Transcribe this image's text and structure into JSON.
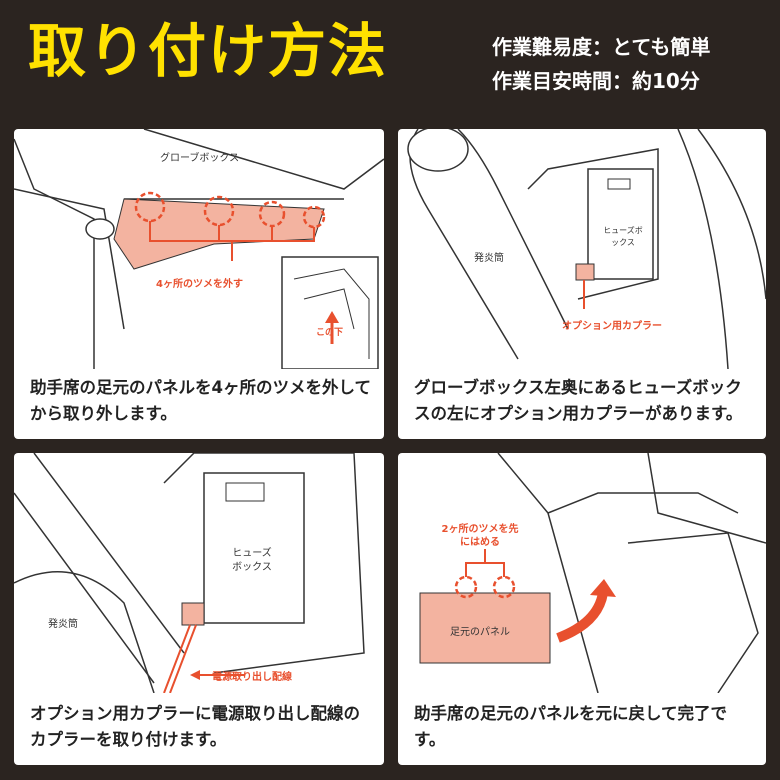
{
  "header": {
    "title": "取り付け方法",
    "difficulty": "作業難易度：とても簡単",
    "time": "作業目安時間：約10分"
  },
  "colors": {
    "accent": "#ffe100",
    "highlight": "#e8502e",
    "background": "#2b2420"
  },
  "steps": [
    {
      "labels": {
        "glovebox": "グローブボックス",
        "claws": "4ヶ所のツメを外す",
        "under": "この下"
      },
      "caption": "助手席の足元のパネルを4ヶ所のツメを外してから取り外します。"
    },
    {
      "labels": {
        "extinguisher": "発炎筒",
        "fusebox": "ヒューズボックス",
        "coupler": "オプション用カプラー"
      },
      "caption": "グローブボックス左奥にあるヒューズボックスの左にオプション用カプラーがあります。"
    },
    {
      "labels": {
        "fusebox": "ヒューズボックス",
        "extinguisher": "発炎筒",
        "wire": "電源取り出し配線"
      },
      "caption": "オプション用カプラーに電源取り出し配線のカプラーを取り付けます。"
    },
    {
      "labels": {
        "claws": "2ヶ所のツメを先にはめる",
        "panel": "足元のパネル"
      },
      "caption": "助手席の足元のパネルを元に戻して完了です。"
    }
  ]
}
